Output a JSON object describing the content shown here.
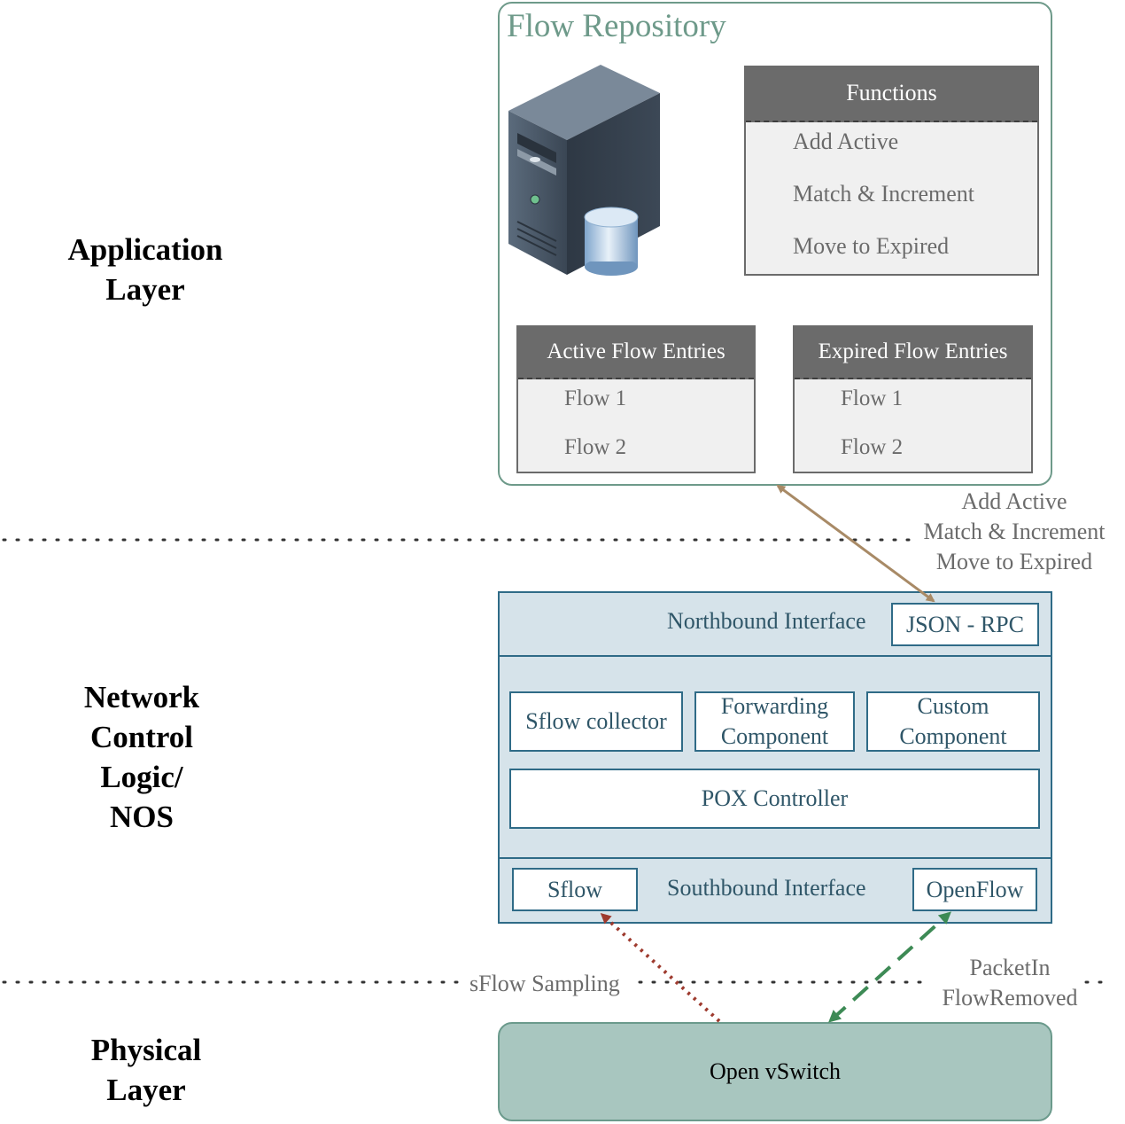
{
  "layers": {
    "application": [
      "Application",
      "Layer"
    ],
    "network": [
      "Network",
      "Control",
      "Logic/",
      "NOS"
    ],
    "physical": [
      "Physical",
      "Layer"
    ]
  },
  "repository": {
    "title": "Flow Repository",
    "functions": {
      "header": "Functions",
      "items": [
        "Add Active",
        "Match & Increment",
        "Move to Expired"
      ]
    },
    "active": {
      "header": "Active Flow Entries",
      "items": [
        "Flow 1",
        "Flow 2"
      ]
    },
    "expired": {
      "header": "Expired Flow Entries",
      "items": [
        "Flow 1",
        "Flow 2"
      ]
    }
  },
  "rpc_calls": [
    "Add Active",
    "Match & Increment",
    "Move to Expired"
  ],
  "nos": {
    "northbound": "Northbound Interface",
    "json_rpc": "JSON - RPC",
    "sflow_collector": "Sflow collector",
    "forwarding": [
      "Forwarding",
      "Component"
    ],
    "custom": [
      "Custom",
      "Component"
    ],
    "pox": "POX Controller",
    "sflow": "Sflow",
    "southbound": "Southbound Interface",
    "openflow": "OpenFlow"
  },
  "sflow_sampling": "sFlow Sampling",
  "openflow_messages": [
    "PacketIn",
    "FlowRemoved"
  ],
  "switch": "Open vSwitch",
  "colors": {
    "rpc_arrow": "#a88a66",
    "sflow_arrow": "#9e3a2e",
    "openflow_arrow": "#3d8a55",
    "repo_border": "#6e9a8a",
    "nos_border": "#2f6b87"
  },
  "icons": [
    "server-icon",
    "database-icon"
  ]
}
